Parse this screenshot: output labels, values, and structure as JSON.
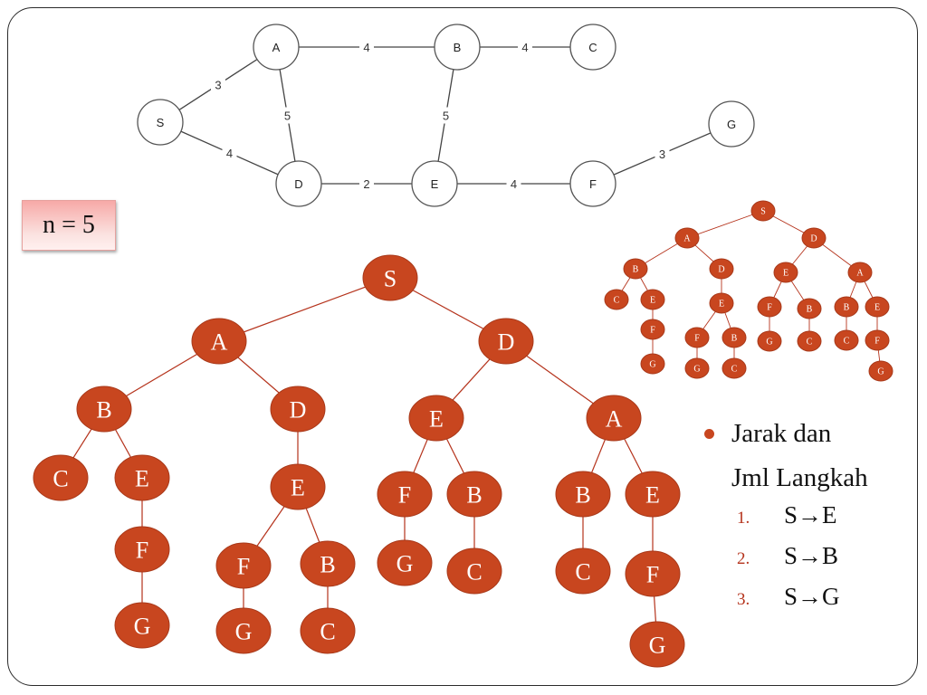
{
  "graph": {
    "nodes": [
      "A",
      "B",
      "C",
      "S",
      "G",
      "D",
      "E",
      "F"
    ],
    "edges": [
      {
        "from": "A",
        "to": "B",
        "weight": "4"
      },
      {
        "from": "B",
        "to": "C",
        "weight": "4"
      },
      {
        "from": "S",
        "to": "A",
        "weight": "3"
      },
      {
        "from": "A",
        "to": "D",
        "weight": "5"
      },
      {
        "from": "B",
        "to": "E",
        "weight": "5"
      },
      {
        "from": "S",
        "to": "D",
        "weight": "4"
      },
      {
        "from": "D",
        "to": "E",
        "weight": "2"
      },
      {
        "from": "E",
        "to": "F",
        "weight": "4"
      },
      {
        "from": "F",
        "to": "G",
        "weight": "3"
      }
    ]
  },
  "n_label": "n = 5",
  "tree": {
    "label": "S",
    "children": [
      {
        "label": "A",
        "children": [
          {
            "label": "B",
            "children": [
              {
                "label": "C",
                "children": []
              },
              {
                "label": "E",
                "children": [
                  {
                    "label": "F",
                    "children": [
                      {
                        "label": "G",
                        "children": []
                      }
                    ]
                  }
                ]
              }
            ]
          },
          {
            "label": "D",
            "children": [
              {
                "label": "E",
                "children": [
                  {
                    "label": "F",
                    "children": [
                      {
                        "label": "G",
                        "children": []
                      }
                    ]
                  },
                  {
                    "label": "B",
                    "children": [
                      {
                        "label": "C",
                        "children": []
                      }
                    ]
                  }
                ]
              }
            ]
          }
        ]
      },
      {
        "label": "D",
        "children": [
          {
            "label": "E",
            "children": [
              {
                "label": "F",
                "children": [
                  {
                    "label": "G",
                    "children": []
                  }
                ]
              },
              {
                "label": "B",
                "children": [
                  {
                    "label": "C",
                    "children": []
                  }
                ]
              }
            ]
          },
          {
            "label": "A",
            "children": [
              {
                "label": "B",
                "children": [
                  {
                    "label": "C",
                    "children": []
                  }
                ]
              },
              {
                "label": "E",
                "children": [
                  {
                    "label": "F",
                    "children": [
                      {
                        "label": "G",
                        "children": []
                      }
                    ]
                  }
                ]
              }
            ]
          }
        ]
      }
    ]
  },
  "bullets": {
    "main_line1": "Jarak dan",
    "main_line2": "Jml Langkah",
    "items": [
      {
        "num": "1.",
        "text": "S→E"
      },
      {
        "num": "2.",
        "text": "S→B"
      },
      {
        "num": "3.",
        "text": "S→G"
      }
    ]
  },
  "colors": {
    "node_fill": "#c8461f",
    "edge": "#b5331c",
    "graph_line": "#444444"
  }
}
